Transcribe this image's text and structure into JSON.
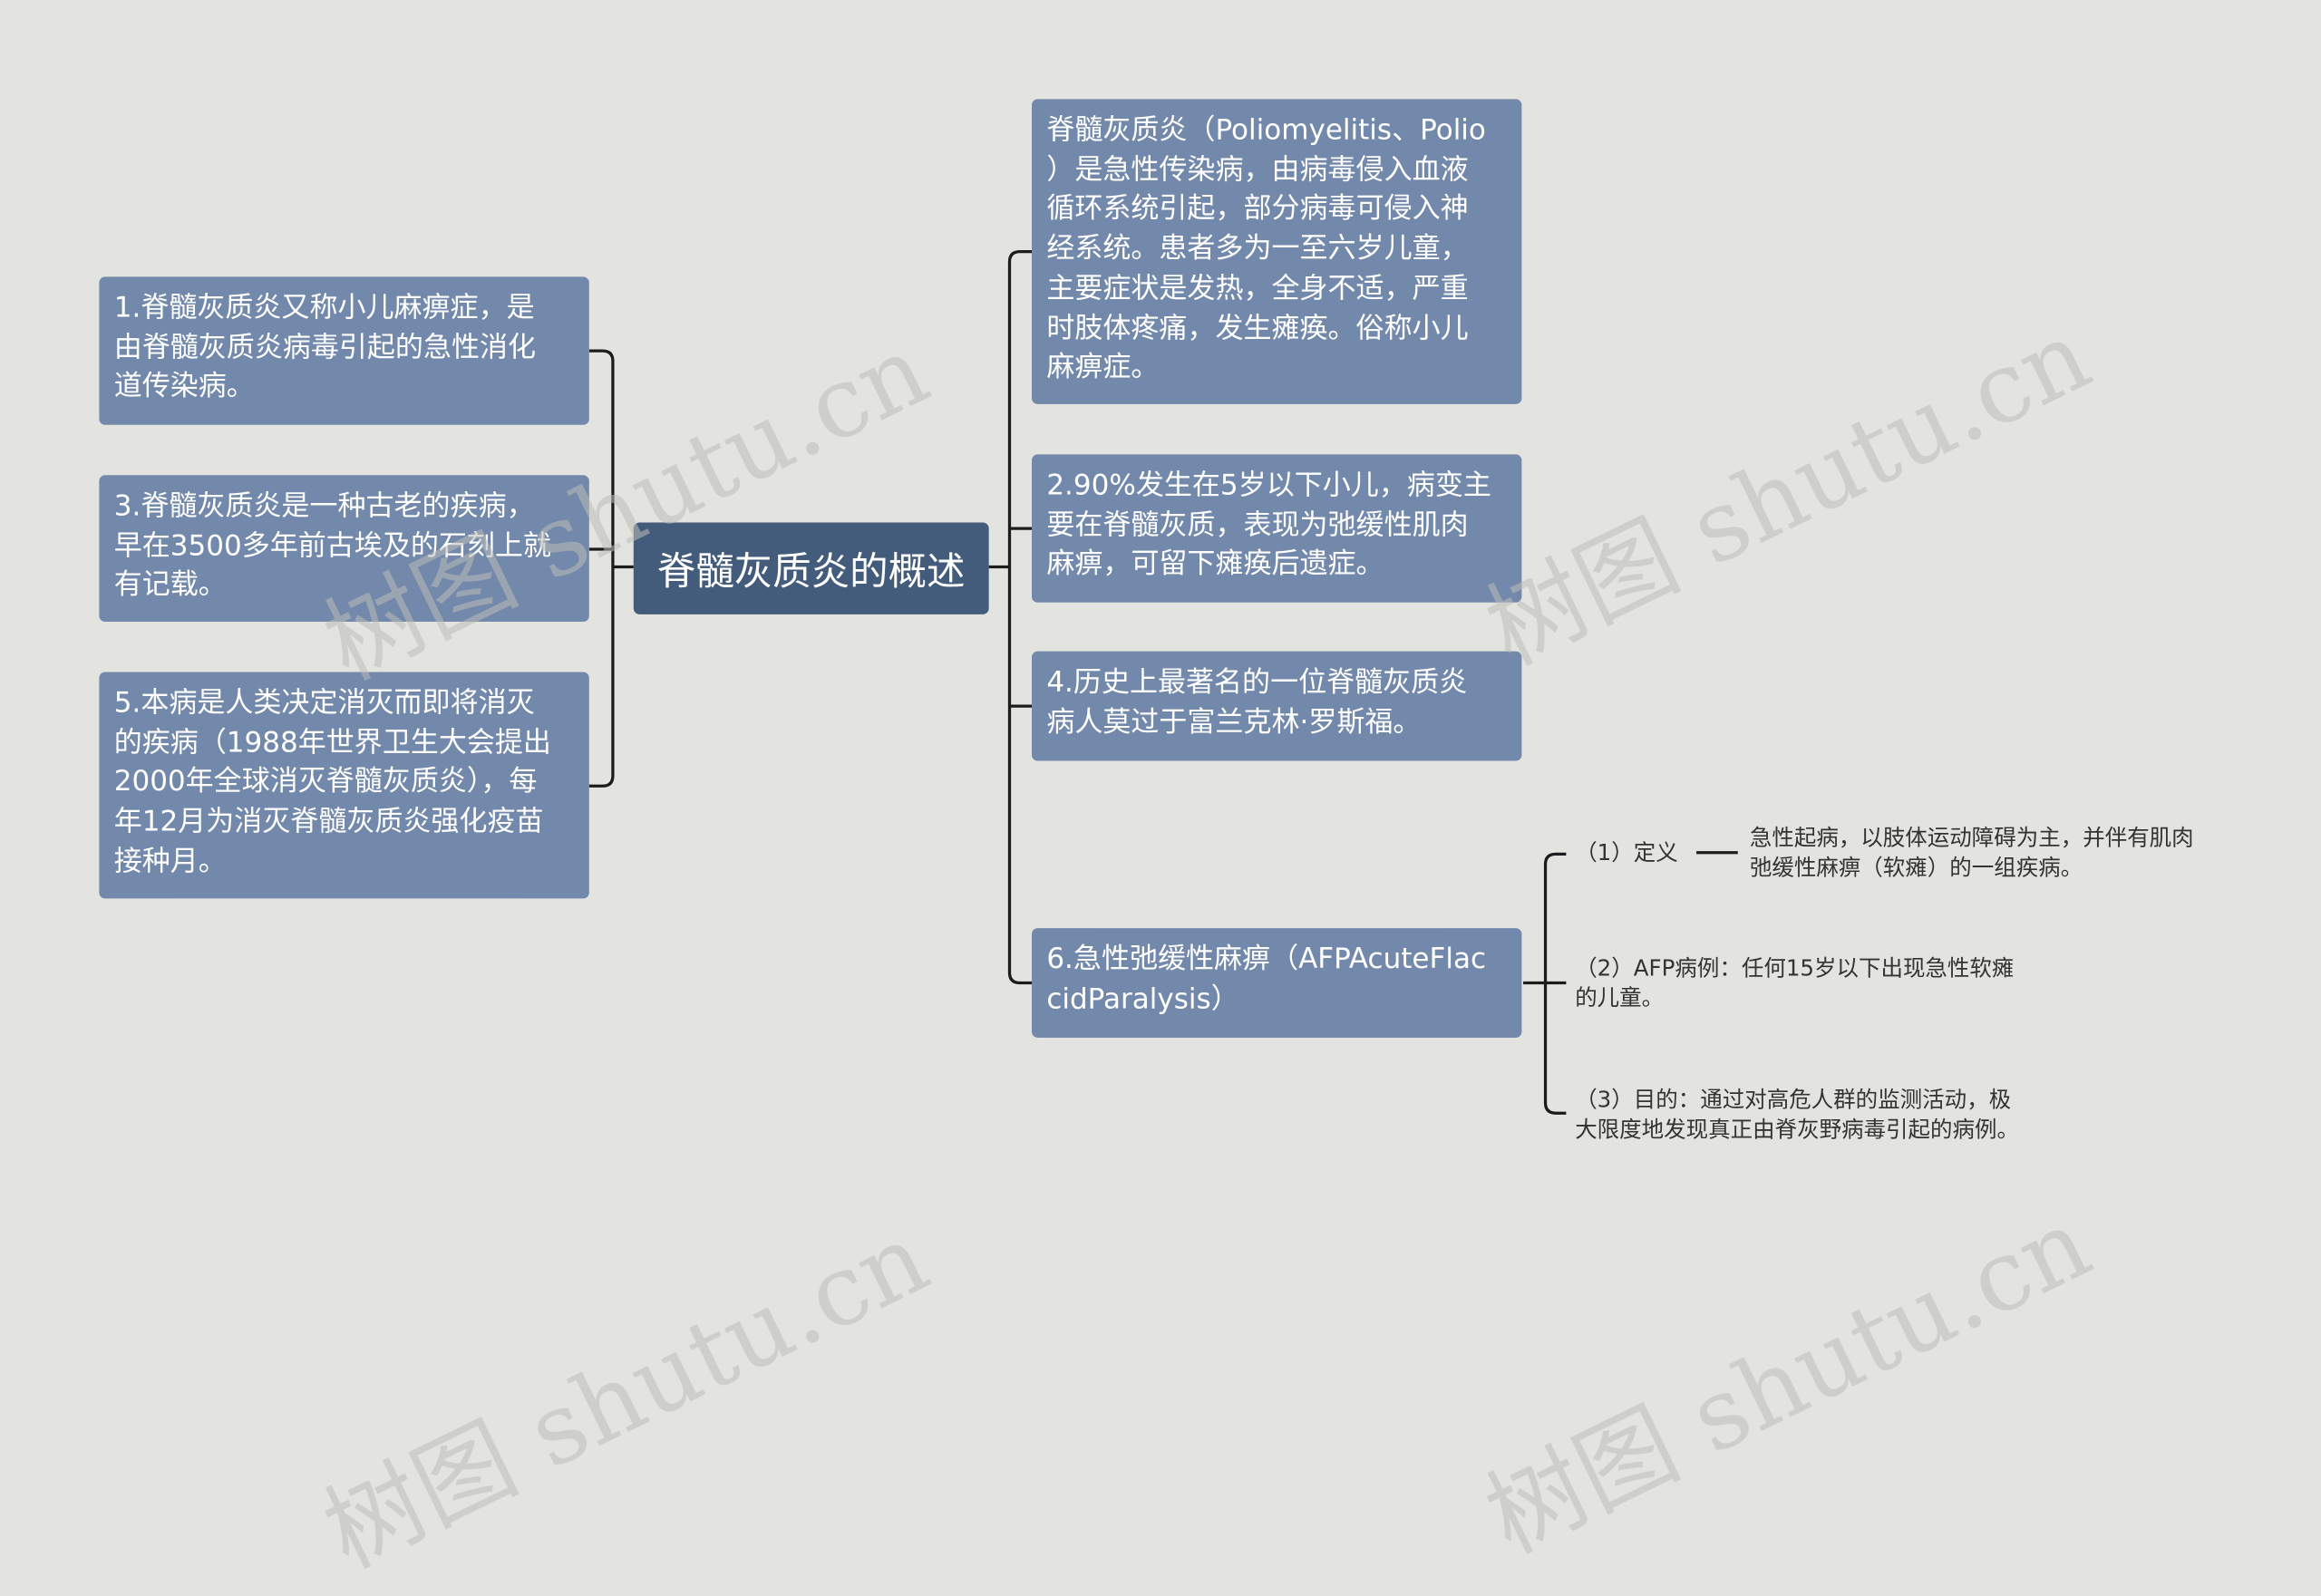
{
  "root": {
    "label": "脊髓灰质炎的概述"
  },
  "left_nodes": [
    "1.脊髓灰质炎又称小儿麻痹症，是\n由脊髓灰质炎病毒引起的急性消化\n道传染病。",
    "3.脊髓灰质炎是一种古老的疾病，\n早在3500多年前古埃及的石刻上就\n有记载。",
    "5.本病是人类决定消灭而即将消灭\n的疾病（1988年世界卫生大会提出\n2000年全球消灭脊髓灰质炎），每\n年12月为消灭脊髓灰质炎强化疫苗\n接种月。"
  ],
  "right_nodes": [
    "脊髓灰质炎（Poliomyelitis、Polio\n）是急性传染病，由病毒侵入血液\n循环系统引起，部分病毒可侵入神\n经系统。患者多为一至六岁儿童，\n主要症状是发热，全身不适，严重\n时肢体疼痛，发生瘫痪。俗称小儿\n麻痹症。",
    "2.90%发生在5岁以下小儿，病变主\n要在脊髓灰质，表现为弛缓性肌肉\n麻痹，可留下瘫痪后遗症。",
    "4.历史上最著名的一位脊髓灰质炎\n病人莫过于富兰克林·罗斯福。",
    "6.急性弛缓性麻痹（AFPAcuteFlac\ncidParalysis）"
  ],
  "afp_children": [
    "（1）定义",
    "（2）AFP病例：任何15岁以下出现急性软瘫\n的儿童。",
    "（3）目的：通过对高危人群的监测活动，极\n大限度地发现真正由脊灰野病毒引起的病例。"
  ],
  "definition_detail": "急性起病，以肢体运动障碍为主，并伴有肌肉\n弛缓性麻痹（软瘫）的一组疾病。",
  "watermark": "树图 shutu.cn",
  "colors": {
    "background": "#e3e3df",
    "root_fill": "#445c7c",
    "node_fill": "#7389ab",
    "connector": "#1c1c1c",
    "leaf_text": "#333333"
  }
}
